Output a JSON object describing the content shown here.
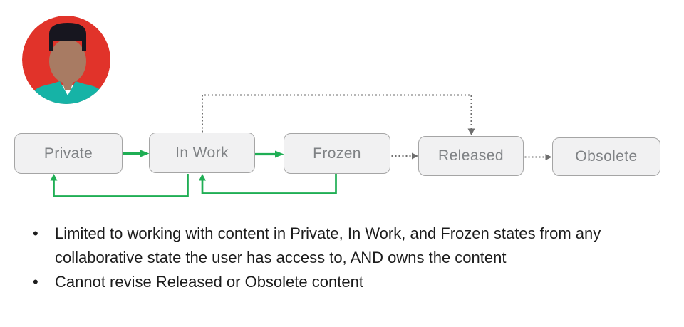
{
  "bullet_char": "•",
  "diagram": {
    "states": [
      {
        "label": "Private"
      },
      {
        "label": "In Work"
      },
      {
        "label": "Frozen"
      },
      {
        "label": "Released"
      },
      {
        "label": "Obsolete"
      }
    ],
    "transitions": [
      {
        "from": "Private",
        "to": "In Work",
        "style": "solid-green",
        "route": "direct"
      },
      {
        "from": "In Work",
        "to": "Frozen",
        "style": "solid-green",
        "route": "direct"
      },
      {
        "from": "Frozen",
        "to": "Released",
        "style": "dotted-gray",
        "route": "direct"
      },
      {
        "from": "Released",
        "to": "Obsolete",
        "style": "dotted-gray",
        "route": "direct"
      },
      {
        "from": "In Work",
        "to": "Released",
        "style": "dotted-gray",
        "route": "over-top"
      },
      {
        "from": "In Work",
        "to": "Private",
        "style": "solid-green",
        "route": "under-bottom"
      },
      {
        "from": "Frozen",
        "to": "In Work",
        "style": "solid-green",
        "route": "under-bottom"
      }
    ]
  },
  "bullets": [
    {
      "lines": [
        "Limited to working with content in Private, In Work, and Frozen states from any",
        "collaborative state the user has access to, AND owns the content"
      ]
    },
    {
      "lines": [
        "Cannot revise Released or Obsolete content"
      ]
    }
  ],
  "colors": {
    "arrow_green": "#1fae54",
    "connector_gray": "#6e6e6e",
    "box_fill": "#f1f1f2",
    "box_border": "#a5a5a5",
    "box_text": "#7f8285",
    "text_dark": "#1c1c1c",
    "avatar_red": "#e1332a",
    "avatar_teal": "#16b3a6",
    "avatar_skin": "#a87b63",
    "avatar_hair": "#17161f",
    "avatar_collar": "#ffffff"
  }
}
